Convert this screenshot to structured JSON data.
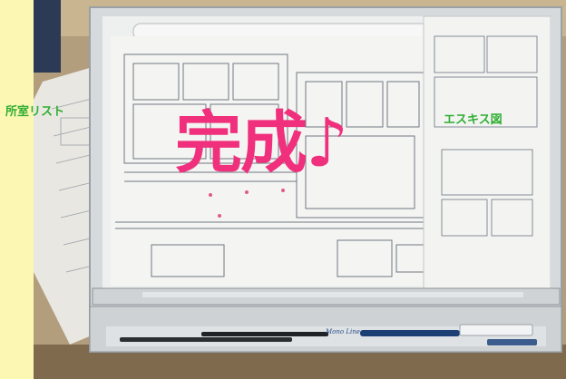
{
  "labels": {
    "room_list": "所室リスト",
    "esquisse": "エスキス図"
  },
  "overlay": {
    "text": "完成♪"
  },
  "pen_tray": {
    "pen_brand": "Mono Line"
  },
  "colors": {
    "background": "#fdf7b4",
    "label_green": "#2fae32",
    "overlay_pink": "#f0307c"
  }
}
